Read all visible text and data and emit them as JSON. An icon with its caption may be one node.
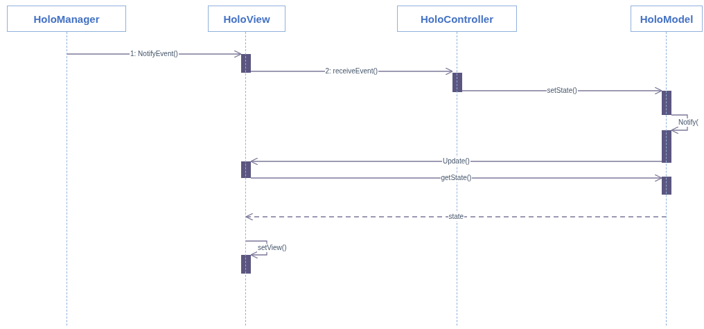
{
  "diagram": {
    "nodes": [
      {
        "text": [
          "HoloManager"
        ]
      },
      {
        "text": [
          "HoloView"
        ]
      },
      {
        "text": [
          "HoloController"
        ]
      },
      {
        "text": [
          "HoloModel"
        ]
      },
      {
        "text": [],
        "shape": "bar"
      },
      {
        "text": [],
        "shape": "bar"
      },
      {
        "text": [],
        "shape": "bar"
      },
      {
        "text": [],
        "shape": "bar"
      },
      {
        "text": [],
        "shape": "bar"
      },
      {
        "text": [],
        "shape": "bar"
      },
      {
        "text": [],
        "shape": "bar"
      },
      {
        "text": [],
        "shape": "line"
      },
      {
        "text": [],
        "shape": "line"
      },
      {
        "text": [],
        "shape": "line"
      },
      {
        "text": [],
        "shape": "line"
      }
    ],
    "edges": [
      {
        "from": 11,
        "to": 4,
        "arrow": "to",
        "label": "1: NotifyEvent()"
      },
      {
        "from": 4,
        "to": 5,
        "arrow": "to",
        "label": "2: receiveEvent()"
      },
      {
        "from": 5,
        "to": 6,
        "arrow": "to",
        "label": "setState()"
      },
      {
        "from": 6,
        "to": 7,
        "arrow": "to",
        "label": "Notify("
      },
      {
        "from": 7,
        "to": 8,
        "arrow": "to",
        "label": "Update()"
      },
      {
        "from": 8,
        "to": 9,
        "arrow": "to",
        "label": "getState()"
      },
      {
        "from": 14,
        "to": 12,
        "arrow": "to",
        "label": "state",
        "style": "dashed"
      },
      {
        "from": 12,
        "to": 10,
        "arrow": "to",
        "label": "setView()"
      }
    ]
  }
}
